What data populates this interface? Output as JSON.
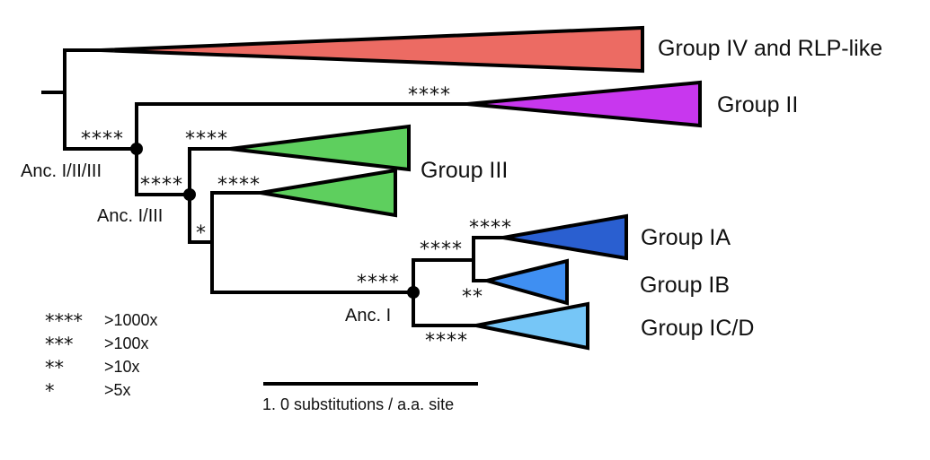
{
  "tree": {
    "clades": [
      {
        "id": "group-iv",
        "label": "Group IV and RLP-like",
        "color": "#ec6b63",
        "support": ""
      },
      {
        "id": "group-ii",
        "label": "Group II",
        "color": "#c837ee",
        "support": "****"
      },
      {
        "id": "group-iii-a",
        "label": "",
        "color": "#5ecf5e",
        "support": "****"
      },
      {
        "id": "group-iii-b",
        "label": "",
        "color": "#5ecf5e",
        "support": "****"
      },
      {
        "id": "group-ia",
        "label": "Group IA",
        "color": "#2a5fd0",
        "support": "****"
      },
      {
        "id": "group-ib",
        "label": "Group IB",
        "color": "#3f8ff2",
        "support": "**"
      },
      {
        "id": "group-icd",
        "label": "Group IC/D",
        "color": "#76c6f7",
        "support": "****"
      }
    ],
    "group_iii_label": "Group III",
    "internal_supports": {
      "anc_i_ii_iii": "****",
      "anc_i_iii": "****",
      "group_iii_a": "****",
      "group_iii_b": "****",
      "anc_i_stem": "*",
      "anc_i": "****",
      "ia_ib": "****"
    },
    "ancestors": [
      {
        "id": "anc-i-ii-iii",
        "label": "Anc. I/II/III"
      },
      {
        "id": "anc-i-iii",
        "label": "Anc. I/III"
      },
      {
        "id": "anc-i",
        "label": "Anc. I"
      }
    ]
  },
  "legend": [
    {
      "stars": "****",
      "meaning": ">1000x"
    },
    {
      "stars": "***",
      "meaning": ">100x"
    },
    {
      "stars": "**",
      "meaning": ">10x"
    },
    {
      "stars": "*",
      "meaning": ">5x"
    }
  ],
  "scale_bar": {
    "label": "1. 0 substitutions / a.a. site",
    "value": 1.0
  }
}
